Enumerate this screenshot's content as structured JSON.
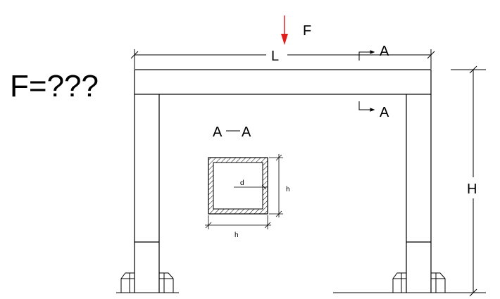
{
  "question": "F=???",
  "load": {
    "label": "F",
    "color": "#e0201c"
  },
  "dimensions": {
    "span_label": "L",
    "height_label": "H",
    "section_width_label": "h",
    "section_height_label": "h",
    "wall_label": "d"
  },
  "section": {
    "marker_label": "A",
    "title_left": "A",
    "title_right": "A"
  }
}
